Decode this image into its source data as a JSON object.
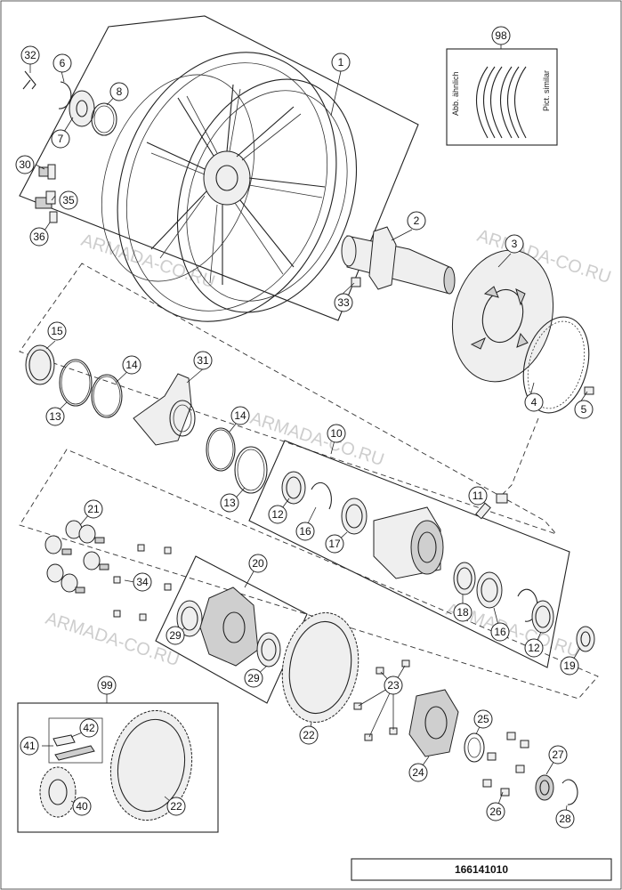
{
  "watermark": "ARMADA-CO.RU",
  "drawing_code": "166141010",
  "label_similar_de": "Abb. ähnlich",
  "label_similar_en": "Pict. similar",
  "callouts": [
    "1",
    "2",
    "3",
    "4",
    "5",
    "6",
    "7",
    "8",
    "10",
    "11",
    "12",
    "12",
    "13",
    "13",
    "14",
    "14",
    "15",
    "16",
    "16",
    "17",
    "18",
    "19",
    "20",
    "21",
    "22",
    "22",
    "23",
    "24",
    "25",
    "26",
    "27",
    "28",
    "29",
    "29",
    "30",
    "31",
    "32",
    "33",
    "34",
    "35",
    "36",
    "40",
    "41",
    "42",
    "98",
    "99"
  ]
}
